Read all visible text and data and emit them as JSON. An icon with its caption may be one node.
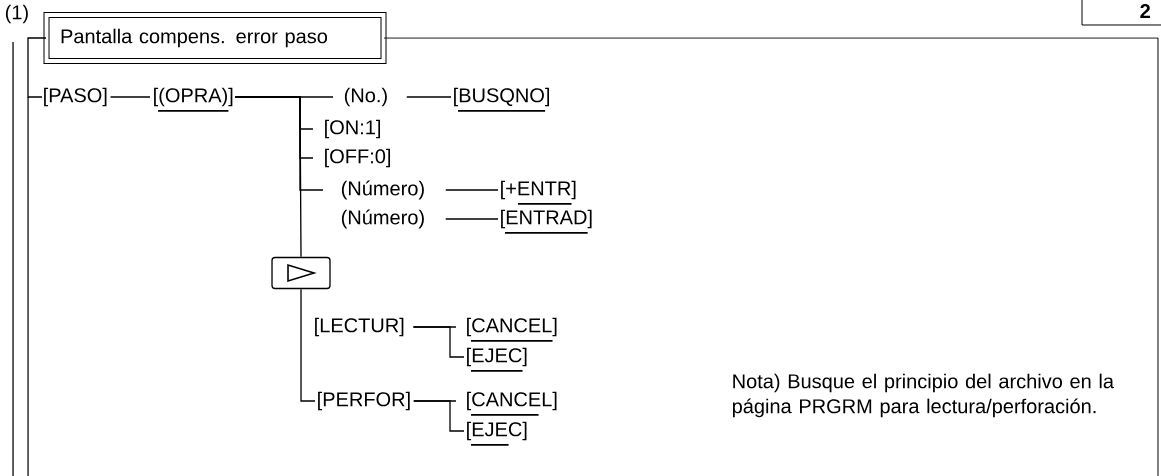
{
  "diagram": {
    "nodes": [
      {
        "text": [
          "Pantalla compens. error paso"
        ]
      },
      {
        "text": [
          "[PASO]"
        ]
      },
      {
        "text": [
          "[(OPRA)]"
        ]
      },
      {
        "text": [
          "(No.)"
        ]
      },
      {
        "text": [
          "[BUSQNO]"
        ]
      },
      {
        "text": [
          "[ON:1]"
        ]
      },
      {
        "text": [
          "[OFF:0]"
        ]
      },
      {
        "text": [
          "(Número)"
        ]
      },
      {
        "text": [
          "[+ENTR]"
        ]
      },
      {
        "text": [
          "(Número)"
        ]
      },
      {
        "text": [
          "[ENTRAD]"
        ]
      },
      {
        "text": [],
        "shape": "box"
      },
      {
        "text": [
          "[LECTUR]"
        ]
      },
      {
        "text": [
          "[CANCEL]"
        ]
      },
      {
        "text": [
          "[EJEC]"
        ]
      },
      {
        "text": [
          "[PERFOR]"
        ]
      },
      {
        "text": [
          "[CANCEL]"
        ]
      },
      {
        "text": [
          "[EJEC]"
        ]
      }
    ],
    "edges": [
      {
        "from": 0,
        "to": 1,
        "arrow": "none"
      },
      {
        "from": 1,
        "to": 2,
        "arrow": "none"
      },
      {
        "from": 2,
        "to": 3,
        "arrow": "none"
      },
      {
        "from": 2,
        "to": 5,
        "arrow": "none"
      },
      {
        "from": 2,
        "to": 6,
        "arrow": "none"
      },
      {
        "from": 2,
        "to": 7,
        "arrow": "none"
      },
      {
        "from": 2,
        "to": 11,
        "arrow": "none"
      },
      {
        "from": 3,
        "to": 4,
        "arrow": "none"
      },
      {
        "from": 7,
        "to": 8,
        "arrow": "none"
      },
      {
        "from": 9,
        "to": 10,
        "arrow": "none"
      },
      {
        "from": 11,
        "to": 15,
        "arrow": "none"
      },
      {
        "from": 12,
        "to": 13,
        "arrow": "none"
      },
      {
        "from": 12,
        "to": 14,
        "arrow": "none"
      },
      {
        "from": 15,
        "to": 16,
        "arrow": "none"
      },
      {
        "from": 15,
        "to": 17,
        "arrow": "none"
      }
    ],
    "labels": [
      "(1)",
      "2",
      "Nota) Busque el principio del archivo en la página PRGRM para lectura/perforación."
    ]
  }
}
